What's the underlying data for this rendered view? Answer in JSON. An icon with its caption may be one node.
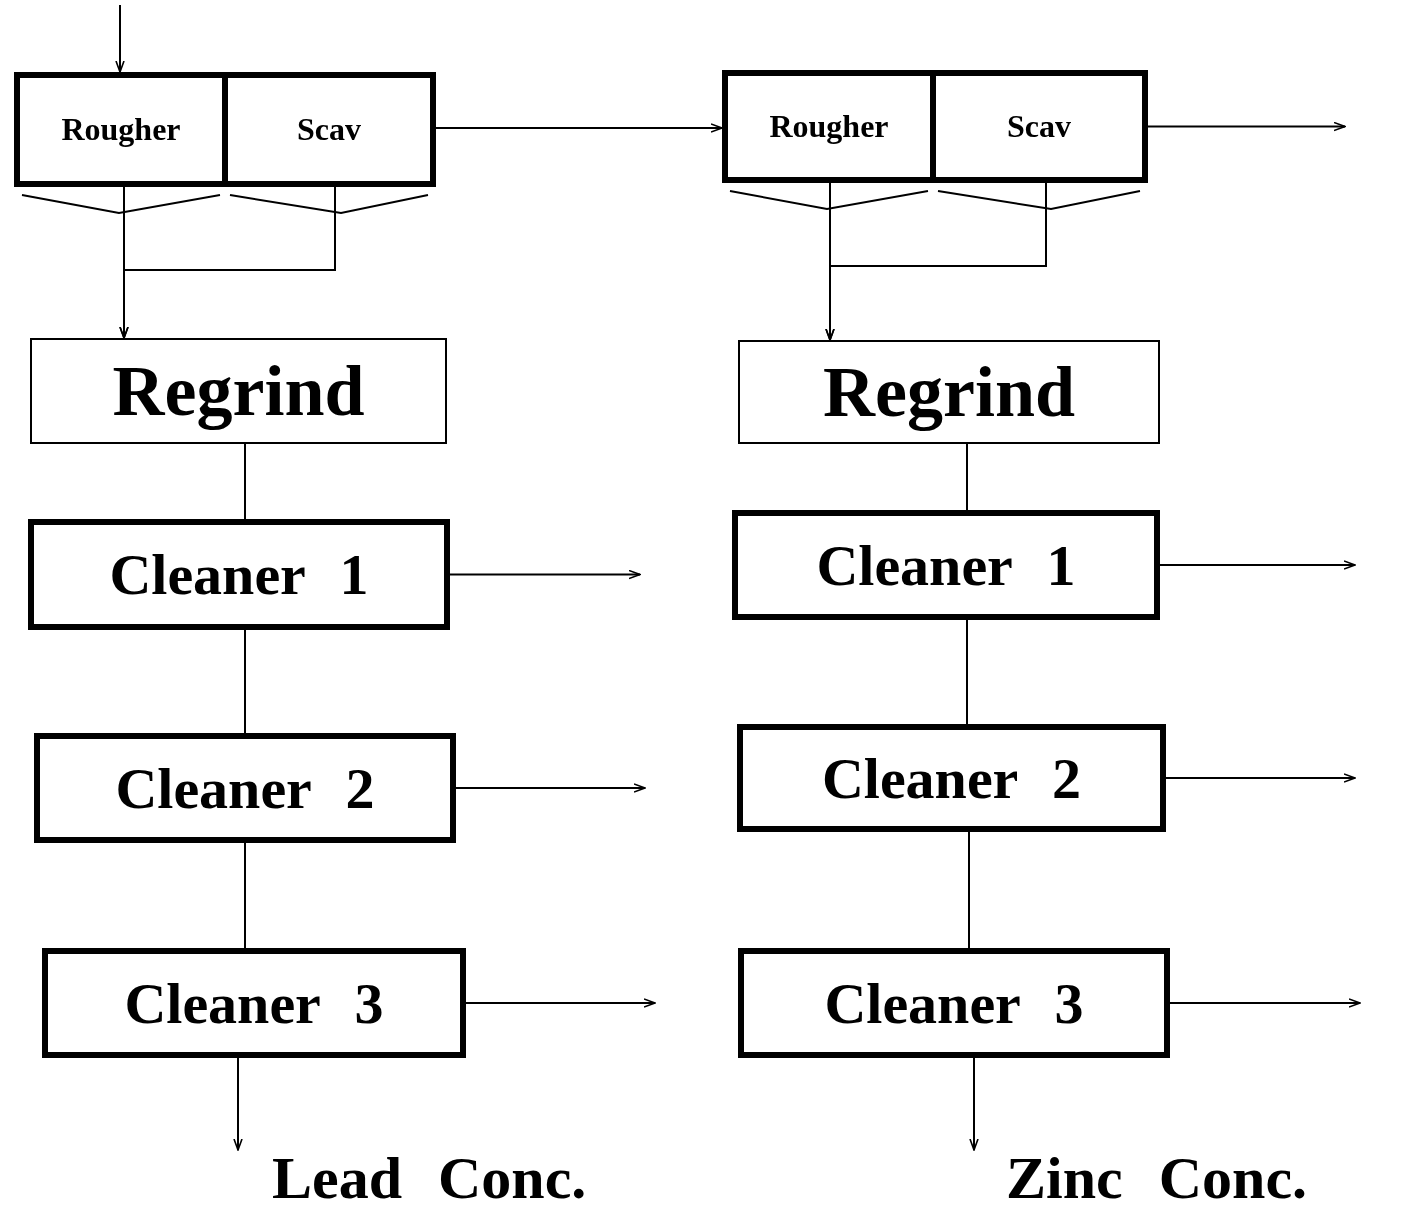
{
  "diagram": {
    "nodes": [
      {
        "text": [
          "Rougher"
        ]
      },
      {
        "text": [
          "Scav"
        ]
      },
      {
        "text": [
          "Regrind"
        ]
      },
      {
        "text": [
          "Cleaner 1"
        ]
      },
      {
        "text": [
          "Cleaner 2"
        ]
      },
      {
        "text": [
          "Cleaner 3"
        ]
      },
      {
        "text": [
          "Lead Conc."
        ]
      },
      {
        "text": [
          "Rougher"
        ]
      },
      {
        "text": [
          "Scav"
        ]
      },
      {
        "text": [
          "Regrind"
        ]
      },
      {
        "text": [
          "Cleaner 1"
        ]
      },
      {
        "text": [
          "Cleaner 2"
        ]
      },
      {
        "text": [
          "Cleaner 3"
        ]
      },
      {
        "text": [
          "Zinc Conc."
        ]
      }
    ],
    "edges": [
      {
        "from": null,
        "to": 0,
        "arrow": "to"
      },
      {
        "from": 1,
        "to": 7,
        "arrow": "to"
      },
      {
        "from": 0,
        "to": 2,
        "arrow": "to"
      },
      {
        "from": 1,
        "to": 2,
        "arrow": "to"
      },
      {
        "from": 2,
        "to": 3,
        "arrow": "none"
      },
      {
        "from": 3,
        "to": 4,
        "arrow": "none"
      },
      {
        "from": 4,
        "to": 5,
        "arrow": "none"
      },
      {
        "from": 5,
        "to": 6,
        "arrow": "to"
      },
      {
        "from": 3,
        "to": null,
        "arrow": "to"
      },
      {
        "from": 4,
        "to": null,
        "arrow": "to"
      },
      {
        "from": 5,
        "to": null,
        "arrow": "to"
      },
      {
        "from": 8,
        "to": null,
        "arrow": "to"
      },
      {
        "from": 7,
        "to": 9,
        "arrow": "to"
      },
      {
        "from": 8,
        "to": 9,
        "arrow": "to"
      },
      {
        "from": 9,
        "to": 10,
        "arrow": "none"
      },
      {
        "from": 10,
        "to": 11,
        "arrow": "none"
      },
      {
        "from": 11,
        "to": 12,
        "arrow": "none"
      },
      {
        "from": 12,
        "to": 13,
        "arrow": "to"
      },
      {
        "from": 10,
        "to": null,
        "arrow": "to"
      },
      {
        "from": 11,
        "to": null,
        "arrow": "to"
      },
      {
        "from": 12,
        "to": null,
        "arrow": "to"
      }
    ]
  }
}
